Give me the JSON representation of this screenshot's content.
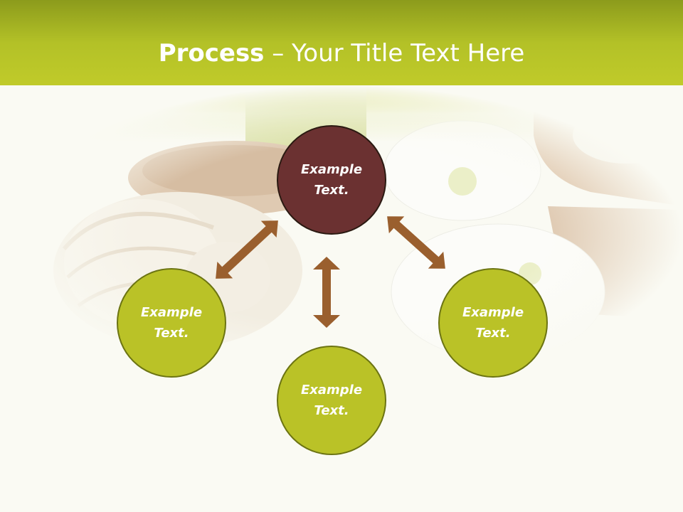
{
  "title": {
    "bold": "Process",
    "rest": " – Your Title Text Here"
  },
  "nodes": {
    "top": "Example Text.",
    "left": "Example Text.",
    "center": "Example Text.",
    "right": "Example Text."
  },
  "colors": {
    "header": "#b3c127",
    "node_fill": "#bac227",
    "node_border": "#6c7412",
    "top_node_fill": "#6b3131",
    "arrow": "#9a5f2e"
  }
}
